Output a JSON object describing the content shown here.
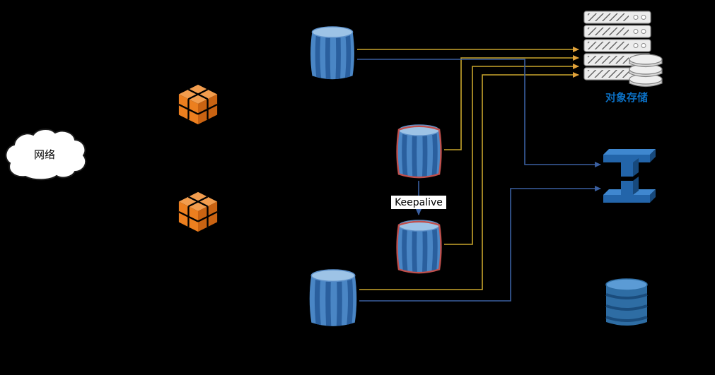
{
  "diagram": {
    "labels": {
      "cloud": "网络",
      "keepalive": "Keepalive",
      "object_storage": "对象存储"
    },
    "colors": {
      "background": "#000000",
      "backup_line": "#c9a52c",
      "backup_arrow": "#e2a23a",
      "data_line": "#3a5fa0",
      "server_cube_orange": "#ec7f1f",
      "database_blue": "#4a86c5",
      "ha_outline_red": "#c0504d",
      "storage_label_blue": "#0b6fc2",
      "cloud_fill": "#ffffff"
    }
  }
}
